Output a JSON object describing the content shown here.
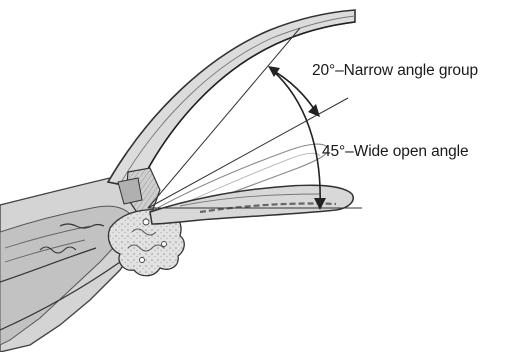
{
  "annotations": {
    "narrow_angle": "20°–Narrow angle group",
    "wide_angle": "45°–Wide open angle"
  },
  "angles": {
    "narrow_degrees": 20,
    "wide_degrees": 45
  }
}
